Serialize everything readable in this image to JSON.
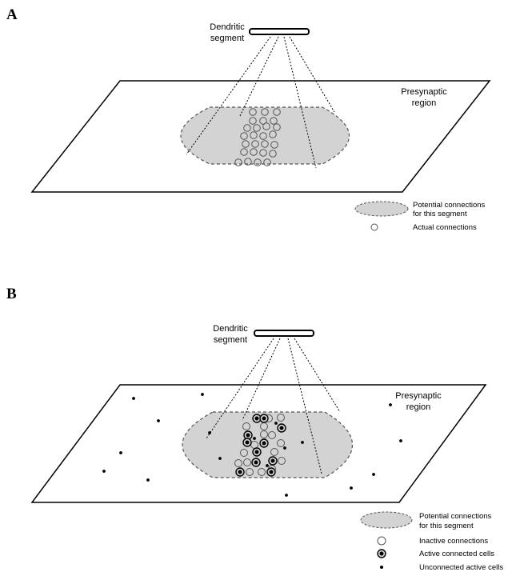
{
  "panels": [
    {
      "label": "A",
      "segment_label": [
        "Dendritic",
        "segment"
      ],
      "region_label": [
        "Presynaptic",
        "region"
      ],
      "legend": [
        {
          "type": "potential",
          "text": [
            "Potential connections",
            "for this segment"
          ]
        },
        {
          "type": "actual",
          "text": [
            "Actual connections"
          ]
        }
      ]
    },
    {
      "label": "B",
      "segment_label": [
        "Dendritic",
        "segment"
      ],
      "region_label": [
        "Presynaptic",
        "region"
      ],
      "legend": [
        {
          "type": "potential",
          "text": [
            "Potential connections",
            "for this segment"
          ]
        },
        {
          "type": "inactive",
          "text": [
            "Inactive connections"
          ]
        },
        {
          "type": "active_connected",
          "text": [
            "Active connected cells"
          ]
        },
        {
          "type": "unconnected_active",
          "text": [
            "Unconnected active cells"
          ]
        }
      ]
    }
  ],
  "colors": {
    "potential_fill": "#d3d3d3",
    "stroke": "#000000",
    "circle_stroke": "#555555"
  }
}
